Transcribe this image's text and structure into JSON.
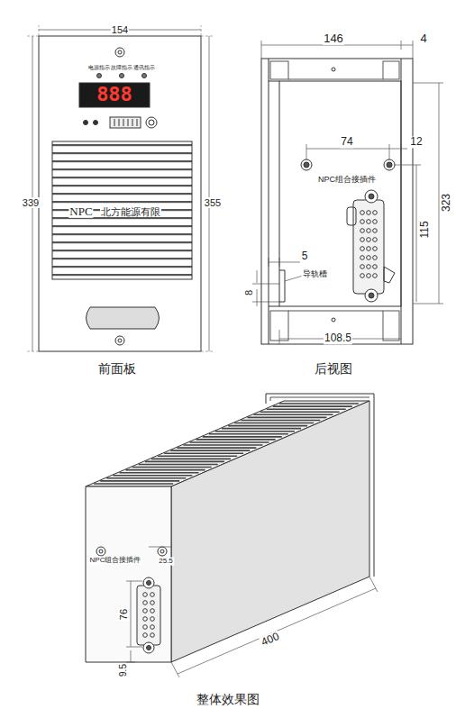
{
  "diagram": {
    "labels": [
      "154",
      "339",
      "355",
      "电源指示",
      "故障指示",
      "通讯指示",
      "888",
      "NPC",
      "北方能源有限",
      "前面板",
      "146",
      "4",
      "74",
      "12",
      "NPC组合接插件",
      "323",
      "115",
      "5",
      "导轨槽",
      "8",
      "108.5",
      "后视图",
      "NPC组合接插件",
      "25.5",
      "76",
      "9.5",
      "400",
      "整体效果图"
    ]
  }
}
